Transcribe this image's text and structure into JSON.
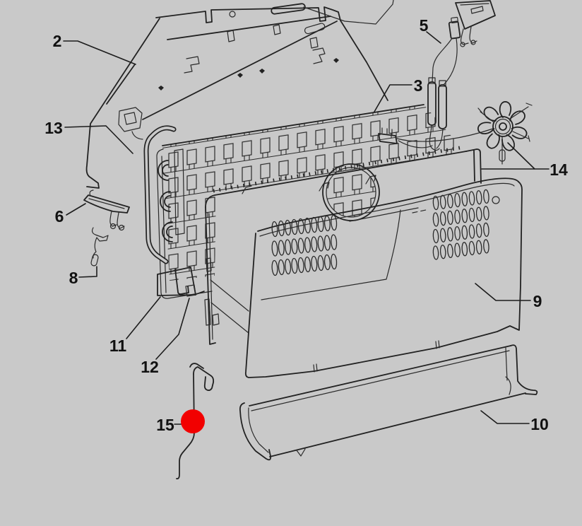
{
  "scene": {
    "background_color": "#c9c9c9",
    "line_color": "#222222",
    "text_color": "#111111",
    "description": "Exploded parts diagram of appliance rear panel, finned heating element, fan and covers"
  },
  "marker": {
    "color": "#f20000",
    "part": "15"
  },
  "callout_numbers": [
    "2",
    "3",
    "5",
    "6",
    "8",
    "9",
    "10",
    "11",
    "12",
    "13",
    "14",
    "15"
  ],
  "labels": [
    {
      "text": "2"
    },
    {
      "text": "13"
    },
    {
      "text": "6"
    },
    {
      "text": "8"
    },
    {
      "text": "11"
    },
    {
      "text": "12"
    },
    {
      "text": "15"
    },
    {
      "text": "5"
    },
    {
      "text": "3"
    },
    {
      "text": "14"
    },
    {
      "text": "9"
    },
    {
      "text": "10"
    }
  ]
}
